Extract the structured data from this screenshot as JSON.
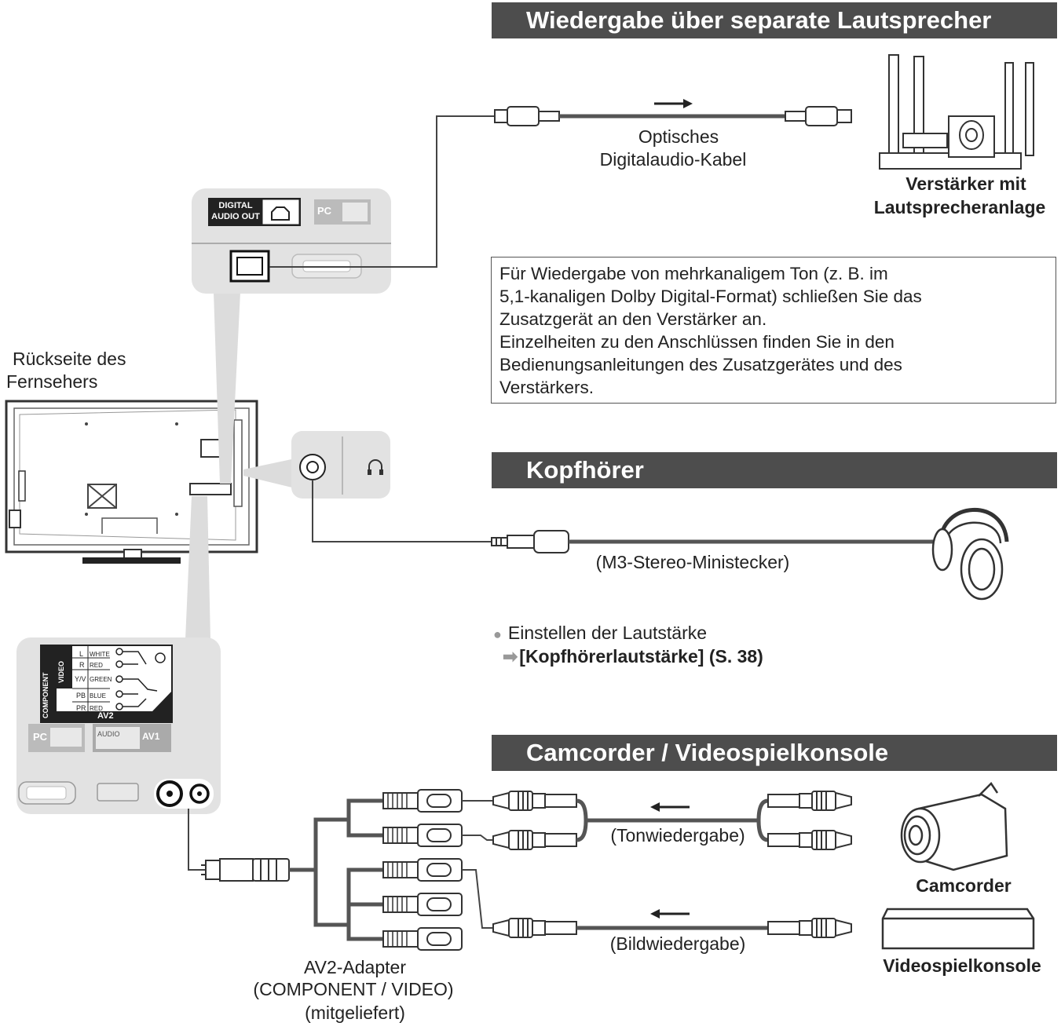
{
  "sections": {
    "speakers_title": "Wiedergabe über separate Lautsprecher",
    "headphones_title": "Kopfhörer",
    "camcorder_title": "Camcorder / Videospielkonsole"
  },
  "tv": {
    "rear_label_line1": "Rückseite des",
    "rear_label_line2": "Fernsehers",
    "digital_audio_out_line1": "DIGITAL",
    "digital_audio_out_line2": "AUDIO OUT",
    "pc_label": "PC",
    "av2_label": "AV2",
    "av1_label": "AV1",
    "component_label": "COMPONENT",
    "video_label": "VIDEO",
    "audio_label": "AUDIO",
    "port_rows": [
      {
        "left": "L",
        "color": "WHITE"
      },
      {
        "left": "R",
        "color": "RED"
      },
      {
        "left": "Y/V",
        "color": "GREEN"
      },
      {
        "left": "PB",
        "color": "BLUE"
      },
      {
        "left": "PR",
        "color": "RED"
      }
    ]
  },
  "optical": {
    "cable_line1": "Optisches",
    "cable_line2": "Digitalaudio-Kabel",
    "amp_line1": "Verstärker mit",
    "amp_line2": "Lautsprecheranlage"
  },
  "note": {
    "line1": " Für Wiedergabe von mehrkanaligem Ton (z. B. im",
    "line2": "5,1-kanaligen Dolby Digital-Format) schließen Sie das",
    "line3": "Zusatzgerät an den Verstärker an.",
    "line4": " Einzelheiten zu den Anschlüssen finden Sie in den",
    "line5": "Bedienungsanleitungen des Zusatzgerätes und des",
    "line6": "Verstärkers."
  },
  "headphones": {
    "plug_label": "(M3-Stereo-Ministecker)",
    "volume_text": "Einstellen der Lautstärke",
    "volume_ref": "[Kopfhörerlautstärke] (S. 38)"
  },
  "av": {
    "audio_label": "(Tonwiedergabe)",
    "video_label": "(Bildwiedergabe)",
    "camcorder": "Camcorder",
    "console": "Videospielkonsole",
    "adapter_line1": "AV2-Adapter",
    "adapter_line2": "(COMPONENT / VIDEO)",
    "adapter_line3": "(mitgeliefert)"
  }
}
